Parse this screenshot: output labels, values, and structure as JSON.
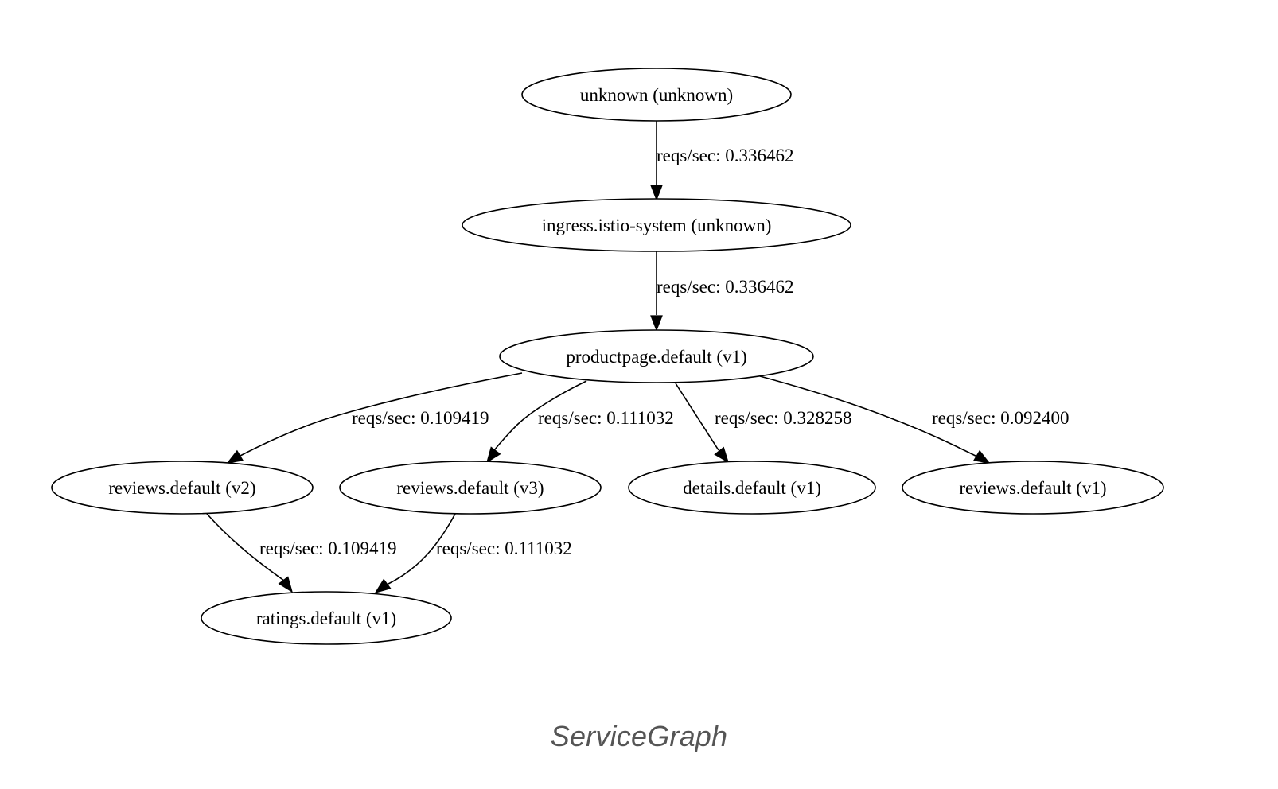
{
  "diagram": {
    "nodes": [
      {
        "id": "unknown",
        "label": "unknown (unknown)"
      },
      {
        "id": "ingress",
        "label": "ingress.istio-system (unknown)"
      },
      {
        "id": "productpage",
        "label": "productpage.default (v1)"
      },
      {
        "id": "reviews_v2",
        "label": "reviews.default (v2)"
      },
      {
        "id": "reviews_v3",
        "label": "reviews.default (v3)"
      },
      {
        "id": "details_v1",
        "label": "details.default (v1)"
      },
      {
        "id": "reviews_v1",
        "label": "reviews.default (v1)"
      },
      {
        "id": "ratings_v1",
        "label": "ratings.default (v1)"
      }
    ],
    "edges": [
      {
        "id": "e1",
        "from": "unknown",
        "to": "ingress",
        "label": "reqs/sec: 0.336462"
      },
      {
        "id": "e2",
        "from": "ingress",
        "to": "productpage",
        "label": "reqs/sec: 0.336462"
      },
      {
        "id": "e3",
        "from": "productpage",
        "to": "reviews_v2",
        "label": "reqs/sec: 0.109419"
      },
      {
        "id": "e4",
        "from": "productpage",
        "to": "reviews_v3",
        "label": "reqs/sec: 0.111032"
      },
      {
        "id": "e5",
        "from": "productpage",
        "to": "details_v1",
        "label": "reqs/sec: 0.328258"
      },
      {
        "id": "e6",
        "from": "productpage",
        "to": "reviews_v1",
        "label": "reqs/sec: 0.092400"
      },
      {
        "id": "e7",
        "from": "reviews_v2",
        "to": "ratings_v1",
        "label": "reqs/sec: 0.109419"
      },
      {
        "id": "e8",
        "from": "reviews_v3",
        "to": "ratings_v1",
        "label": "reqs/sec: 0.111032"
      }
    ]
  },
  "caption": "ServiceGraph"
}
